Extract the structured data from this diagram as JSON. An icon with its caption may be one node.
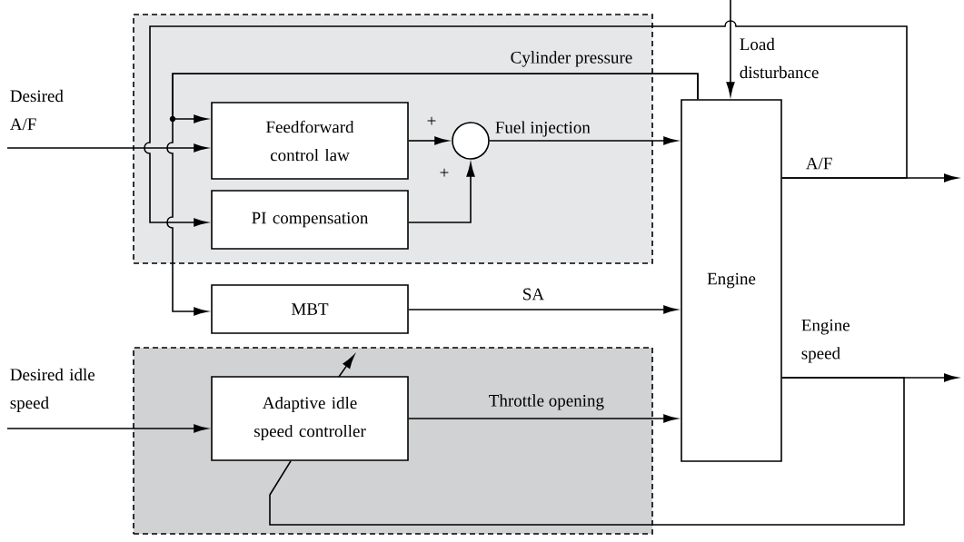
{
  "diagram": {
    "nodes": [
      {
        "text": [],
        "shape": "box"
      },
      {
        "text": [
          "Feedforward control law"
        ],
        "in": 0
      },
      {
        "text": [],
        "shape": "circle",
        "in": 0
      },
      {
        "text": [
          "PI compensation"
        ],
        "in": 0
      },
      {
        "text": [
          "MBT"
        ]
      },
      {
        "text": [],
        "shape": "box"
      },
      {
        "text": [
          "Adaptive idle speed controller"
        ],
        "in": 5
      },
      {
        "text": [
          "Engine"
        ]
      },
      {
        "text": [
          "Desired A/F"
        ]
      },
      {
        "text": [
          "Desired idle speed"
        ]
      }
    ],
    "edges": [
      {
        "from": 8,
        "to": 1,
        "arrow": "to"
      },
      {
        "from": 9,
        "to": 6,
        "arrow": "to"
      },
      {
        "from": 1,
        "to": 2,
        "arrow": "to",
        "label": "+"
      },
      {
        "from": 3,
        "to": 2,
        "arrow": "to",
        "label": "+"
      },
      {
        "from": 2,
        "to": 7,
        "arrow": "to",
        "label": "Fuel injection"
      },
      {
        "from": 4,
        "to": 7,
        "arrow": "to",
        "label": "SA"
      },
      {
        "from": 6,
        "to": 7,
        "arrow": "to",
        "label": "Throttle opening"
      },
      {
        "from": null,
        "to": 7,
        "arrow": "to",
        "label": "Load disturbance"
      },
      {
        "from": 7,
        "to": null,
        "arrow": "to",
        "label": "A/F"
      },
      {
        "from": 7,
        "to": null,
        "arrow": "to",
        "label": "Engine speed"
      },
      {
        "from": 7,
        "to": 1,
        "arrow": "to",
        "label": "Cylinder pressure"
      },
      {
        "from": 7,
        "to": 4,
        "arrow": "to"
      },
      {
        "from": 7,
        "to": 3,
        "arrow": "to"
      },
      {
        "from": 7,
        "to": 6,
        "arrow": "none"
      }
    ]
  }
}
